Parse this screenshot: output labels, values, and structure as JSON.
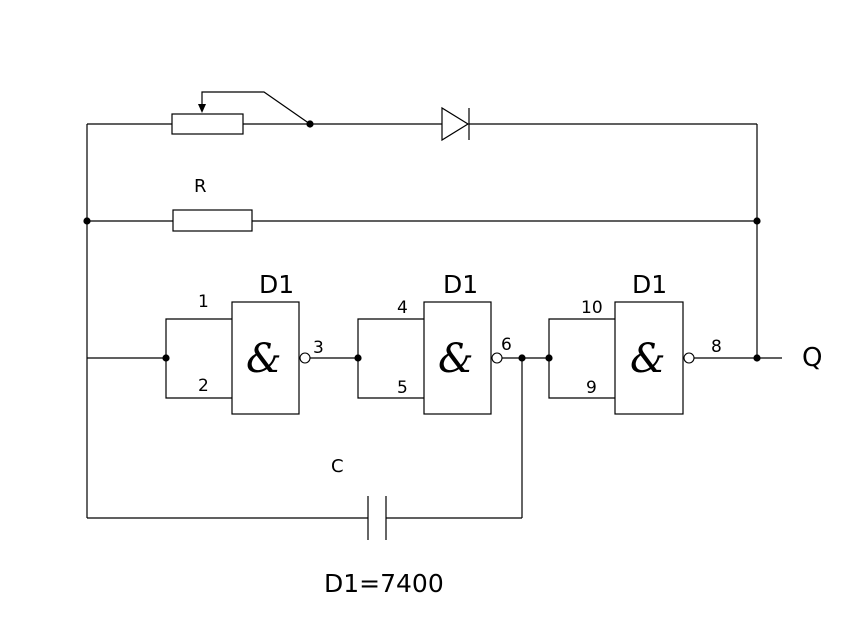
{
  "labels": {
    "resistor": "R",
    "capacitor": "C",
    "output": "Q",
    "ic_note": "D1=7400"
  },
  "gates": [
    {
      "name": "D1",
      "symbol": "&",
      "in_a": "1",
      "in_b": "2",
      "out": "3"
    },
    {
      "name": "D1",
      "symbol": "&",
      "in_a": "4",
      "in_b": "5",
      "out": "6"
    },
    {
      "name": "D1",
      "symbol": "&",
      "in_a": "10",
      "in_b": "9",
      "out": "8"
    }
  ]
}
